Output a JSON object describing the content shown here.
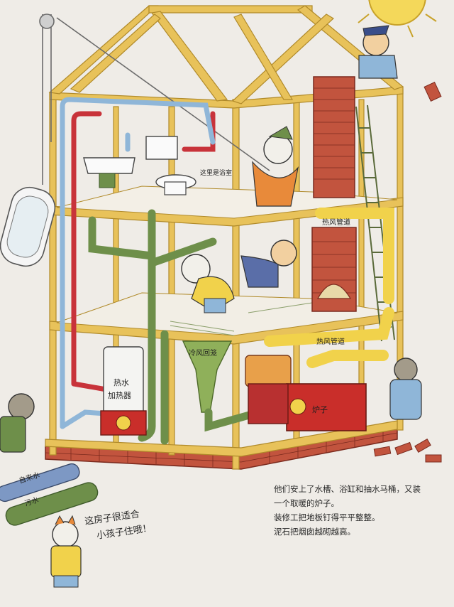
{
  "labels": {
    "hot_water_heater_line1": "热水",
    "hot_water_heater_line2": "加热器",
    "cold_air_return": "冷风回笼",
    "hot_air_duct": "热风管道",
    "hot_air_duct_2": "热风管道",
    "furnace": "炉子",
    "sewer_pipe": "污水",
    "water_pipe": "自来水",
    "sign_board": "这里是浴室"
  },
  "caption": {
    "line1": "他们安上了水槽、浴缸和抽水马桶，又装",
    "line2": "一个取暖的炉子。",
    "line3": "装修工把地板钉得平平整整。",
    "line4": "泥石把烟囱越砌越高。"
  },
  "speech": {
    "line1": "这房子很适合",
    "line2": "小孩子住哦！"
  },
  "colors": {
    "wood": "#e8c25a",
    "wood_dark": "#b08a2a",
    "brick": "#c2543e",
    "pipe_green": "#6e8f4a",
    "pipe_red": "#c8333a",
    "pipe_blue": "#8fb6d8",
    "duct_yellow": "#f1d24b",
    "furnace_red": "#c92e2a",
    "paper": "#efece7"
  }
}
